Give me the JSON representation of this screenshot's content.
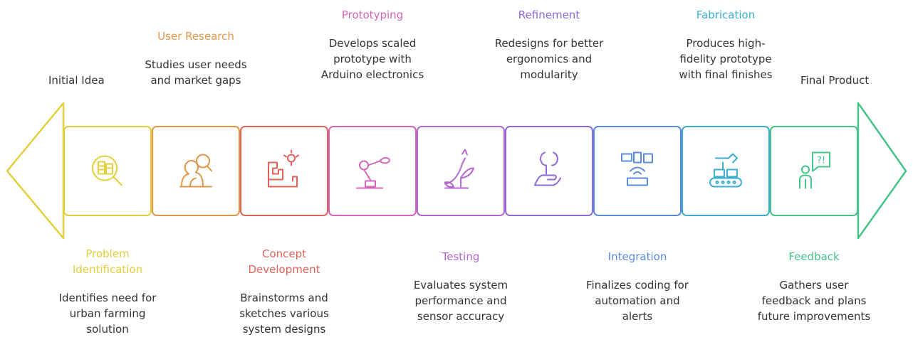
{
  "start_label": "Initial Idea",
  "end_label": "Final Product",
  "start_color": "#E3CF3B",
  "end_color": "#45C488",
  "stages": [
    {
      "title": "Problem Identification",
      "title_lines": [
        "Problem",
        "Identification"
      ],
      "desc_lines": [
        "Identifies need for",
        "urban farming",
        "solution"
      ],
      "color": "#E3CF3B",
      "icon": "document-search-icon",
      "label_pos": "bottom"
    },
    {
      "title": "User Research",
      "title_lines": [
        "User Research"
      ],
      "desc_lines": [
        "Studies user needs",
        "and market gaps"
      ],
      "color": "#E0974A",
      "icon": "user-research-icon",
      "label_pos": "top"
    },
    {
      "title": "Concept Development",
      "title_lines": [
        "Concept",
        "Development"
      ],
      "desc_lines": [
        "Brainstorms and",
        "sketches various",
        "system designs"
      ],
      "color": "#E0625A",
      "icon": "blueprint-idea-icon",
      "label_pos": "bottom"
    },
    {
      "title": "Prototyping",
      "title_lines": [
        "Prototyping"
      ],
      "desc_lines": [
        "Develops scaled",
        "prototype with",
        "Arduino electronics"
      ],
      "color": "#D565B8",
      "icon": "robot-arm-icon",
      "label_pos": "top"
    },
    {
      "title": "Testing",
      "title_lines": [
        "Testing"
      ],
      "desc_lines": [
        "Evaluates system",
        "performance and",
        "sensor accuracy"
      ],
      "color": "#B466D2",
      "icon": "growth-plant-icon",
      "label_pos": "bottom"
    },
    {
      "title": "Refinement",
      "title_lines": [
        "Refinement"
      ],
      "desc_lines": [
        "Redesigns for better",
        "ergonomics and",
        "modularity"
      ],
      "color": "#8E6ADC",
      "icon": "wrench-hand-icon",
      "label_pos": "top"
    },
    {
      "title": "Integration",
      "title_lines": [
        "Integration"
      ],
      "desc_lines": [
        "Finalizes coding for",
        "automation and",
        "alerts"
      ],
      "color": "#5A8AE0",
      "icon": "network-devices-icon",
      "label_pos": "bottom"
    },
    {
      "title": "Fabrication",
      "title_lines": [
        "Fabrication"
      ],
      "desc_lines": [
        "Produces high-",
        "fidelity prototype",
        "with final finishes"
      ],
      "color": "#3BAED0",
      "icon": "factory-conveyor-icon",
      "label_pos": "top"
    },
    {
      "title": "Feedback",
      "title_lines": [
        "Feedback"
      ],
      "desc_lines": [
        "Gathers user",
        "feedback and plans",
        "future improvements"
      ],
      "color": "#45C488",
      "icon": "person-question-icon",
      "label_pos": "bottom"
    }
  ]
}
